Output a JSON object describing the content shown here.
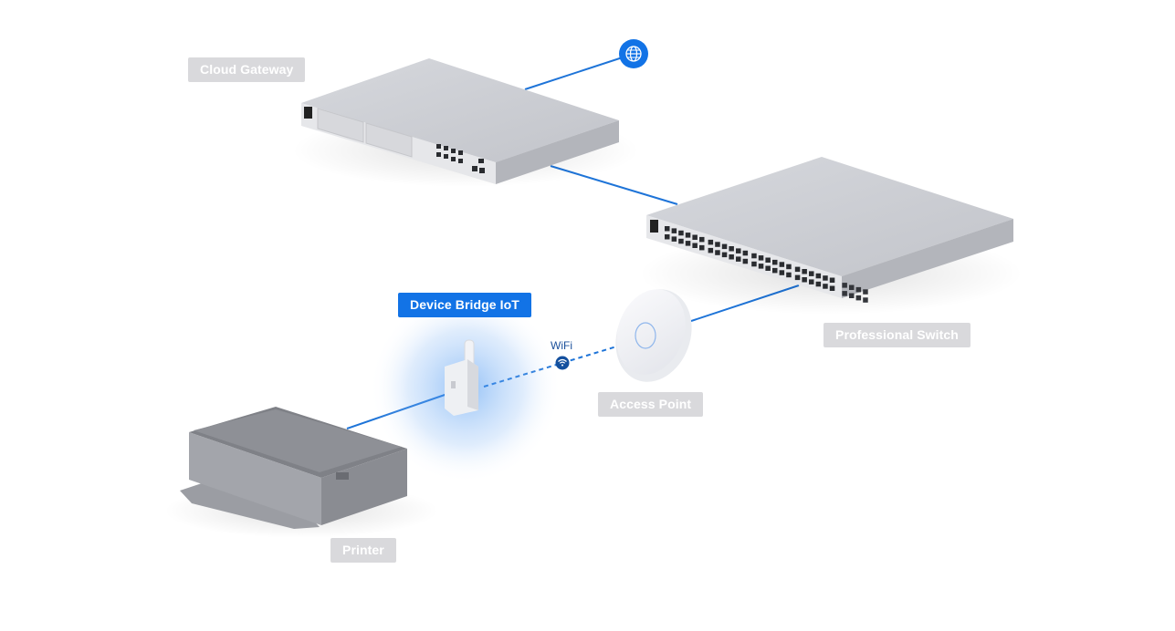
{
  "labels": {
    "cloud_gateway": "Cloud Gateway",
    "professional_switch": "Professional Switch",
    "device_bridge": "Device Bridge IoT",
    "access_point": "Access Point",
    "printer": "Printer"
  },
  "wifi_label": "WiFi",
  "colors": {
    "link": "#1e74d8",
    "accent": "#1273e6",
    "label_bg": "#d9d9dc",
    "device": "#c4c6cc"
  },
  "icons": {
    "internet": "globe-icon",
    "wifi": "wifi-icon"
  }
}
